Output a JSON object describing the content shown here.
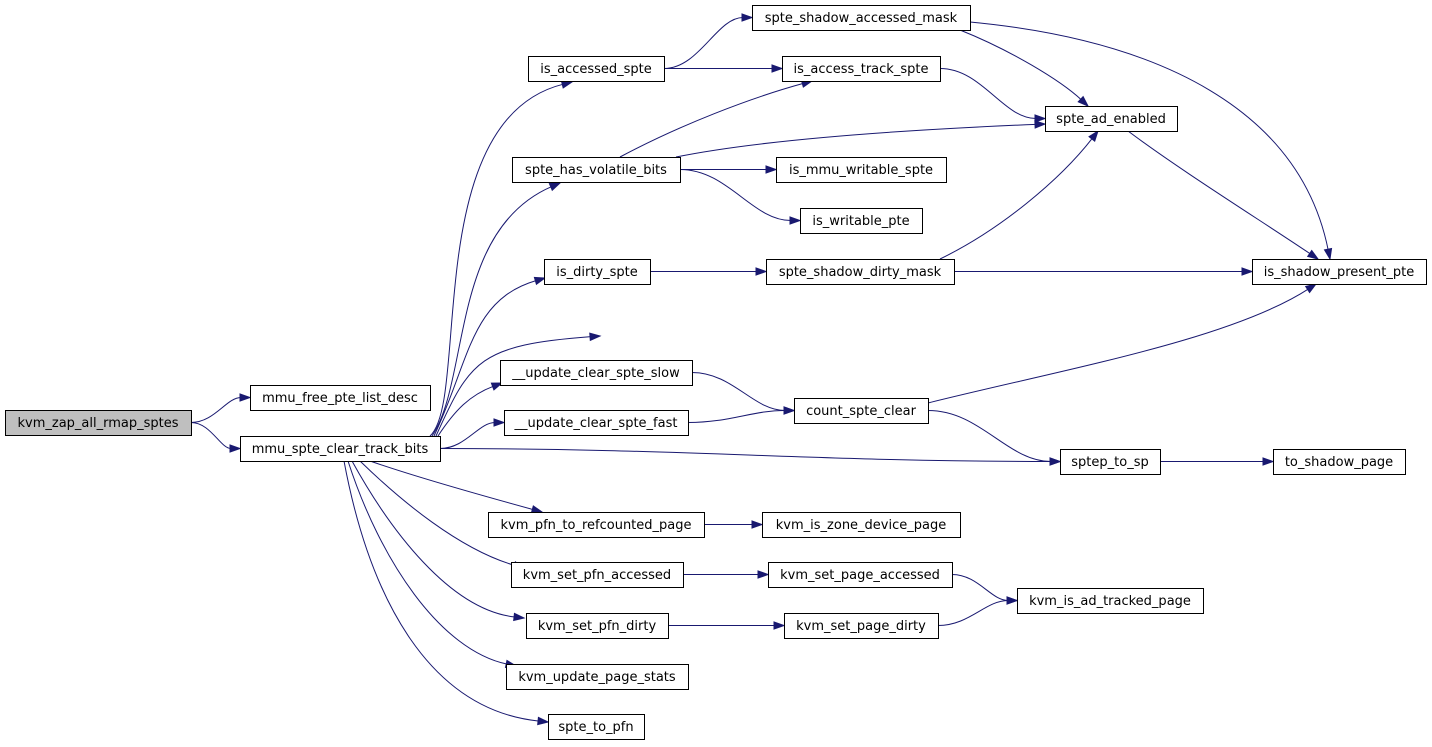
{
  "graph": {
    "nodes": [
      {
        "id": "kvm_zap_all_rmap_sptes",
        "label": "kvm_zap_all_rmap_sptes",
        "root": true
      },
      {
        "id": "mmu_free_pte_list_desc",
        "label": "mmu_free_pte_list_desc"
      },
      {
        "id": "mmu_spte_clear_track_bits",
        "label": "mmu_spte_clear_track_bits"
      },
      {
        "id": "is_accessed_spte",
        "label": "is_accessed_spte"
      },
      {
        "id": "spte_has_volatile_bits",
        "label": "spte_has_volatile_bits"
      },
      {
        "id": "is_dirty_spte",
        "label": "is_dirty_spte"
      },
      {
        "id": "__update_clear_spte_slow",
        "label": "__update_clear_spte_slow"
      },
      {
        "id": "__update_clear_spte_fast",
        "label": "__update_clear_spte_fast"
      },
      {
        "id": "kvm_pfn_to_refcounted_page",
        "label": "kvm_pfn_to_refcounted_page"
      },
      {
        "id": "kvm_set_pfn_accessed",
        "label": "kvm_set_pfn_accessed"
      },
      {
        "id": "kvm_set_pfn_dirty",
        "label": "kvm_set_pfn_dirty"
      },
      {
        "id": "kvm_update_page_stats",
        "label": "kvm_update_page_stats"
      },
      {
        "id": "spte_to_pfn",
        "label": "spte_to_pfn"
      },
      {
        "id": "spte_shadow_accessed_mask",
        "label": "spte_shadow_accessed_mask"
      },
      {
        "id": "is_access_track_spte",
        "label": "is_access_track_spte"
      },
      {
        "id": "is_mmu_writable_spte",
        "label": "is_mmu_writable_spte"
      },
      {
        "id": "is_writable_pte",
        "label": "is_writable_pte"
      },
      {
        "id": "spte_shadow_dirty_mask",
        "label": "spte_shadow_dirty_mask"
      },
      {
        "id": "count_spte_clear",
        "label": "count_spte_clear"
      },
      {
        "id": "kvm_is_zone_device_page",
        "label": "kvm_is_zone_device_page"
      },
      {
        "id": "kvm_set_page_accessed",
        "label": "kvm_set_page_accessed"
      },
      {
        "id": "kvm_set_page_dirty",
        "label": "kvm_set_page_dirty"
      },
      {
        "id": "spte_ad_enabled",
        "label": "spte_ad_enabled"
      },
      {
        "id": "is_shadow_present_pte",
        "label": "is_shadow_present_pte"
      },
      {
        "id": "sptep_to_sp",
        "label": "sptep_to_sp"
      },
      {
        "id": "to_shadow_page",
        "label": "to_shadow_page"
      },
      {
        "id": "kvm_is_ad_tracked_page",
        "label": "kvm_is_ad_tracked_page"
      }
    ],
    "edges": [
      [
        "kvm_zap_all_rmap_sptes",
        "mmu_free_pte_list_desc"
      ],
      [
        "kvm_zap_all_rmap_sptes",
        "mmu_spte_clear_track_bits"
      ],
      [
        "mmu_spte_clear_track_bits",
        "is_accessed_spte"
      ],
      [
        "mmu_spte_clear_track_bits",
        "spte_has_volatile_bits"
      ],
      [
        "mmu_spte_clear_track_bits",
        "is_dirty_spte"
      ],
      [
        "mmu_spte_clear_track_bits",
        "is_shadow_present_pte"
      ],
      [
        "mmu_spte_clear_track_bits",
        "__update_clear_spte_slow"
      ],
      [
        "mmu_spte_clear_track_bits",
        "__update_clear_spte_fast"
      ],
      [
        "mmu_spte_clear_track_bits",
        "sptep_to_sp"
      ],
      [
        "mmu_spte_clear_track_bits",
        "kvm_pfn_to_refcounted_page"
      ],
      [
        "mmu_spte_clear_track_bits",
        "kvm_set_pfn_accessed"
      ],
      [
        "mmu_spte_clear_track_bits",
        "kvm_set_pfn_dirty"
      ],
      [
        "mmu_spte_clear_track_bits",
        "kvm_update_page_stats"
      ],
      [
        "mmu_spte_clear_track_bits",
        "spte_to_pfn"
      ],
      [
        "is_accessed_spte",
        "spte_shadow_accessed_mask"
      ],
      [
        "is_accessed_spte",
        "is_access_track_spte"
      ],
      [
        "spte_shadow_accessed_mask",
        "spte_ad_enabled"
      ],
      [
        "spte_shadow_accessed_mask",
        "is_shadow_present_pte"
      ],
      [
        "is_access_track_spte",
        "spte_ad_enabled"
      ],
      [
        "spte_has_volatile_bits",
        "is_access_track_spte"
      ],
      [
        "spte_has_volatile_bits",
        "spte_ad_enabled"
      ],
      [
        "spte_has_volatile_bits",
        "is_mmu_writable_spte"
      ],
      [
        "spte_has_volatile_bits",
        "is_writable_pte"
      ],
      [
        "spte_ad_enabled",
        "is_shadow_present_pte"
      ],
      [
        "is_dirty_spte",
        "spte_shadow_dirty_mask"
      ],
      [
        "spte_shadow_dirty_mask",
        "spte_ad_enabled"
      ],
      [
        "spte_shadow_dirty_mask",
        "is_shadow_present_pte"
      ],
      [
        "__update_clear_spte_slow",
        "count_spte_clear"
      ],
      [
        "__update_clear_spte_fast",
        "count_spte_clear"
      ],
      [
        "count_spte_clear",
        "is_shadow_present_pte"
      ],
      [
        "count_spte_clear",
        "sptep_to_sp"
      ],
      [
        "sptep_to_sp",
        "to_shadow_page"
      ],
      [
        "kvm_pfn_to_refcounted_page",
        "kvm_is_zone_device_page"
      ],
      [
        "kvm_set_pfn_accessed",
        "kvm_set_page_accessed"
      ],
      [
        "kvm_set_pfn_dirty",
        "kvm_set_page_dirty"
      ],
      [
        "kvm_set_page_accessed",
        "kvm_is_ad_tracked_page"
      ],
      [
        "kvm_set_page_dirty",
        "kvm_is_ad_tracked_page"
      ]
    ]
  },
  "colors": {
    "edge": "#191970",
    "root_fill": "#bfbfbf",
    "node_fill": "#ffffff",
    "node_border": "#000000"
  }
}
